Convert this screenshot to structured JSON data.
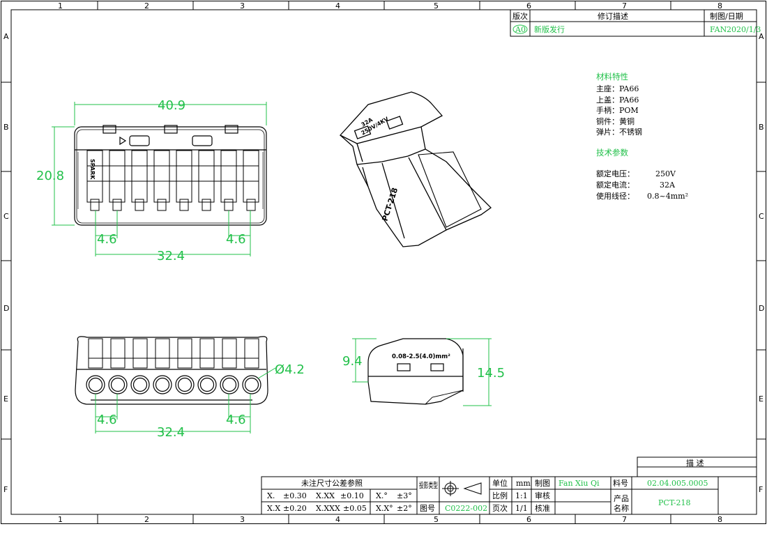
{
  "zones_top": [
    "1",
    "2",
    "3",
    "4",
    "5",
    "6",
    "7",
    "8"
  ],
  "zones_side": [
    "A",
    "B",
    "C",
    "D",
    "E",
    "F"
  ],
  "revision": {
    "headers": [
      "版次",
      "修订描述",
      "制图/日期"
    ],
    "row": {
      "version": "A0",
      "desc": "新版发行",
      "by": "FAN",
      "date": "2020/1/3"
    }
  },
  "materials": {
    "heading": "材料特性",
    "items": [
      "主座：PA66",
      "上盖：PA66",
      "手柄：POM",
      "铜件：黄铜",
      "弹片：不锈钢"
    ]
  },
  "tech": {
    "heading": "技术参数",
    "items": [
      {
        "label": "额定电压：",
        "value": "250V"
      },
      {
        "label": "额定电流：",
        "value": "32A"
      },
      {
        "label": "使用线径：",
        "value": "0.8~4mm²"
      }
    ]
  },
  "dims": {
    "top_width": "40.9",
    "top_height": "20.8",
    "top_pitch_left": "4.6",
    "top_pitch_right": "4.6",
    "top_span": "32.4",
    "front_hole": "Ø4.2",
    "front_pitch_left": "4.6",
    "front_pitch_right": "4.6",
    "front_span": "32.4",
    "side_height_a": "9.4",
    "side_height_b": "14.5",
    "side_wire": "0.08-2.5(4.0)mm²"
  },
  "product_marks": {
    "rating": "32A",
    "rating2": "250V/4KV",
    "model": "PCT-218",
    "side_text": "SPARK"
  },
  "title_block": {
    "tolerance_title": "未注尺寸公差参照",
    "tol": [
      [
        "X.",
        "±0.30",
        "X.XX",
        "±0.10",
        "X.°",
        "±3°"
      ],
      [
        "X.X",
        "±0.20",
        "X.XXX",
        "±0.05",
        "X.X°",
        "±2°"
      ]
    ],
    "projection_label": "投影类型",
    "drawing_no_label": "图号",
    "drawing_no": "C0222-002",
    "unit_label": "单位",
    "unit": "mm",
    "scale_label": "比例",
    "scale": "1:1",
    "page_label": "页次",
    "page": "1/1",
    "drawn_label": "制图",
    "drawn_by": "Fan Xiu Qi",
    "check_label": "审核",
    "approve_label": "核准",
    "part_no_label": "料号",
    "part_no": "02.04.005.0005",
    "product_label_1": "产品",
    "product_label_2": "名称",
    "product_name": "PCT-218",
    "desc_label": "描 述"
  }
}
